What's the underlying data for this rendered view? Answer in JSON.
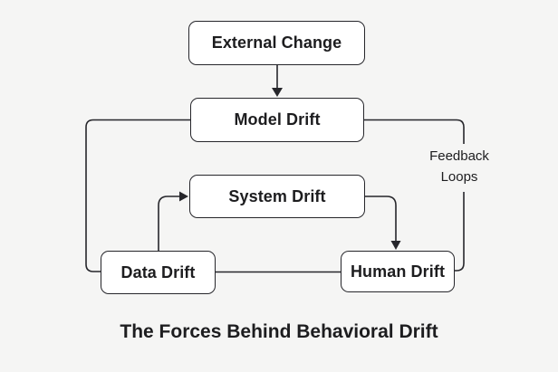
{
  "diagram": {
    "title": "The Forces Behind Behavioral Drift",
    "feedback_label": "Feedback Loops",
    "nodes": [
      {
        "id": "external-change",
        "label": "External Change"
      },
      {
        "id": "model-drift",
        "label": "Model Drift"
      },
      {
        "id": "system-drift",
        "label": "System Drift"
      },
      {
        "id": "data-drift",
        "label": "Data Drift"
      },
      {
        "id": "human-drift",
        "label": "Human Drift"
      }
    ],
    "edges": [
      {
        "from": "external-change",
        "to": "model-drift",
        "arrow": true,
        "via": "straight-down"
      },
      {
        "from": "data-drift",
        "to": "system-drift",
        "arrow": true,
        "via": "up-then-right"
      },
      {
        "from": "system-drift",
        "to": "human-drift",
        "arrow": true,
        "via": "right-then-down"
      },
      {
        "from": "data-drift",
        "to": "human-drift",
        "arrow": false,
        "via": "straight-right"
      },
      {
        "from": "model-drift",
        "to": "data-drift",
        "arrow": false,
        "via": "left-loop"
      },
      {
        "from": "model-drift",
        "to": "human-drift",
        "arrow": false,
        "via": "right-loop",
        "label": "Feedback Loops"
      }
    ],
    "colors": {
      "background": "#f5f5f4",
      "node_fill": "#ffffff",
      "stroke": "#26262b",
      "text": "#1d1d1f"
    }
  }
}
